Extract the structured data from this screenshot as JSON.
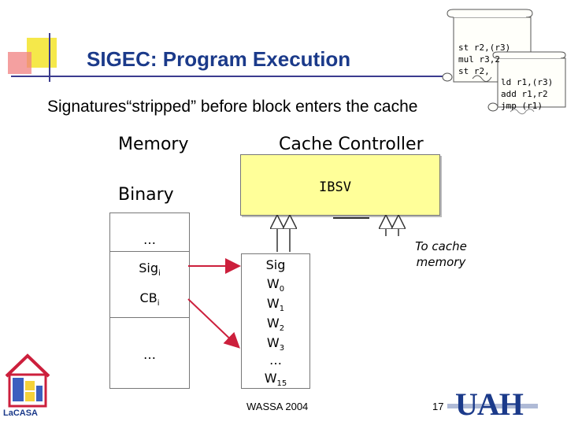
{
  "slide": {
    "title": "SIGEC: Program Execution",
    "subtitle": "Signatures“stripped” before block enters the cache",
    "page_number": "17",
    "footer": "WASSA 2004"
  },
  "labels": {
    "memory": "Memory",
    "cache_controller": "Cache Controller",
    "binary": "Binary",
    "ibsv": "IBSV",
    "to_cache_memory_line1": "To cache",
    "to_cache_memory_line2": "memory"
  },
  "memory_cells": {
    "ellipsis_top": "…",
    "sig_i": "Sig",
    "sig_i_sub": "i",
    "cb_i": "CB",
    "cb_i_sub": "i",
    "ellipsis_bottom": "…"
  },
  "signature_block": {
    "sig": "Sig",
    "w": "W",
    "w0_sub": "0",
    "w1_sub": "1",
    "w2_sub": "2",
    "w3_sub": "3",
    "ellipsis": "…",
    "w15_sub": "15"
  },
  "code_scroll_1": {
    "line1": "st r2,(r3)",
    "line2": "mul r3,2",
    "line3": "st r2,"
  },
  "code_scroll_2": {
    "line1": "ld r1,(r3)",
    "line2": "add r1,r2",
    "line3": "jmp (r1)"
  },
  "logos": {
    "lacasa": "LaCASA",
    "uah": "UAH"
  },
  "colors": {
    "title": "#1b3a8a",
    "cache_fill": "#ffff99",
    "arrow": "#cc1f3c"
  }
}
